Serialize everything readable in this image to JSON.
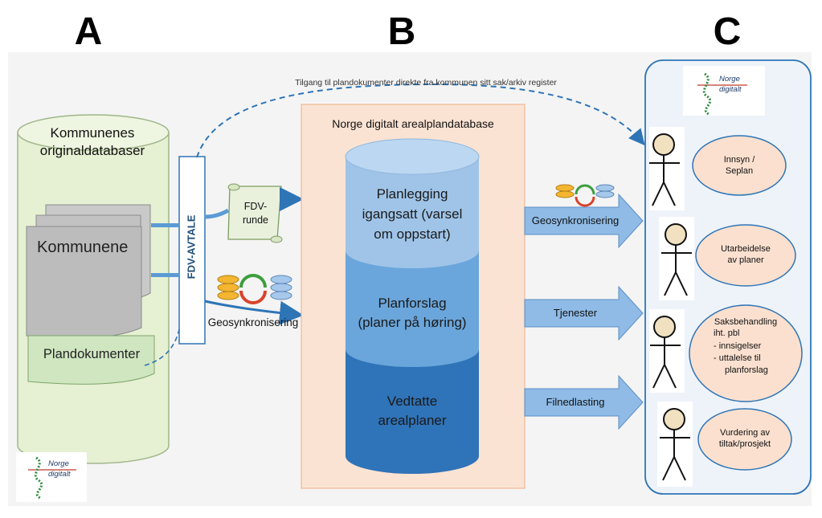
{
  "columns": {
    "a": "A",
    "b": "B",
    "c": "C"
  },
  "top_link": "Tilgang til plandokumenter direkte fra kommunen sitt sak/arkiv register",
  "left": {
    "db_title_line1": "Kommunenes",
    "db_title_line2": "originaldatabaser",
    "pages_label": "Kommunene",
    "doc_label": "Plandokumenter"
  },
  "fdv": {
    "avtale": "FDV-AVTALE",
    "scroll_line1": "FDV-",
    "scroll_line2": "runde",
    "geosync": "Geosynkronisering"
  },
  "middle": {
    "title": "Norge digitalt arealplandatabase",
    "layers": [
      {
        "lines": [
          "Planlegging",
          "igangsatt (varsel",
          "om oppstart)"
        ]
      },
      {
        "lines": [
          "Planforslag",
          "(planer på høring)"
        ]
      },
      {
        "lines": [
          "Vedtatte",
          "arealplaner"
        ]
      }
    ]
  },
  "arrows": [
    "Geosynkronisering",
    "Tjenester",
    "Filnedlasting"
  ],
  "users": [
    {
      "lines": [
        "Innsyn /",
        "Seplan"
      ]
    },
    {
      "lines": [
        "Utarbeidelse",
        "av planer"
      ]
    },
    {
      "lines": [
        "Saksbehandling",
        "iht. pbl",
        "- innsigelser",
        "- uttalelse til",
        "planforslag"
      ]
    },
    {
      "lines": [
        "Vurdering av",
        "tiltak/prosjekt"
      ]
    }
  ],
  "logo": {
    "line1": "Norge",
    "line2": "digitalt"
  },
  "colors": {
    "cyl_left": "#e6f0d3",
    "middle_panel": "#fbe3d3",
    "layer1": "#9fc4e8",
    "layer2": "#6aa6db",
    "layer3": "#2f73b8",
    "arrow": "#8fbbe6",
    "panel_c": "#eef3fa",
    "ellipse": "#fbe0cf"
  }
}
